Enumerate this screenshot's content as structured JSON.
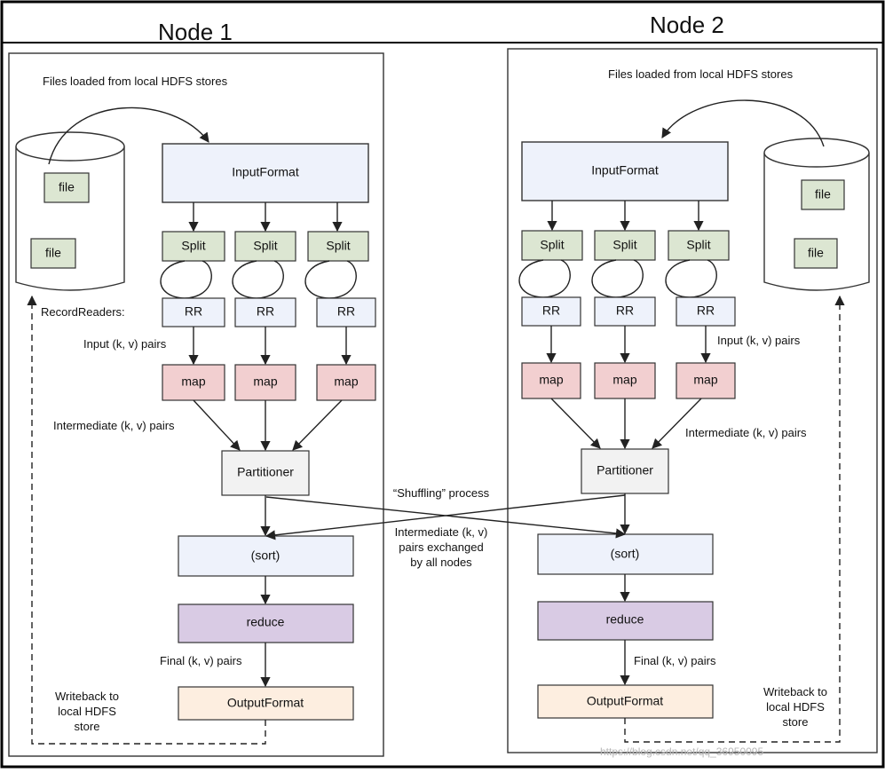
{
  "node1": {
    "title": "Node 1",
    "files_label": "Files loaded from local HDFS stores",
    "files": [
      "file",
      "file"
    ],
    "input_format": "InputFormat",
    "splits": [
      "Split",
      "Split",
      "Split"
    ],
    "record_readers_label": "RecordReaders:",
    "record_readers": [
      "RR",
      "RR",
      "RR"
    ],
    "input_pairs_label": "Input (k, v) pairs",
    "maps": [
      "map",
      "map",
      "map"
    ],
    "intermediate_label": "Intermediate (k, v) pairs",
    "partitioner": "Partitioner",
    "sort": "(sort)",
    "reduce": "reduce",
    "final_label": "Final (k, v) pairs",
    "output_format": "OutputFormat",
    "writeback": [
      "Writeback to",
      "local HDFS",
      "store"
    ]
  },
  "node2": {
    "title": "Node 2",
    "files_label": "Files loaded from local HDFS stores",
    "files": [
      "file",
      "file"
    ],
    "input_format": "InputFormat",
    "splits": [
      "Split",
      "Split",
      "Split"
    ],
    "record_readers": [
      "RR",
      "RR",
      "RR"
    ],
    "input_pairs_label": "Input (k, v) pairs",
    "maps": [
      "map",
      "map",
      "map"
    ],
    "intermediate_label": "Intermediate (k, v) pairs",
    "partitioner": "Partitioner",
    "sort": "(sort)",
    "reduce": "reduce",
    "final_label": "Final (k, v) pairs",
    "output_format": "OutputFormat",
    "writeback": [
      "Writeback to",
      "local HDFS",
      "store"
    ]
  },
  "shuffle": {
    "title": "“Shuffling” process",
    "desc": [
      "Intermediate (k, v)",
      "pairs exchanged",
      "by all nodes"
    ]
  },
  "watermark": "https://blog.csdn.net/qq_36950095",
  "colors": {
    "input_format_fill": "#eef2fb",
    "split_fill": "#dce6d2",
    "rr_fill": "#eef2fb",
    "map_fill": "#f2cfd0",
    "partitioner_fill": "#f2f2f2",
    "sort_fill": "#eef2fb",
    "reduce_fill": "#d9cbe4",
    "output_fill": "#fdeee0",
    "file_fill": "#dce6d2",
    "stroke": "#2a2a2a"
  }
}
